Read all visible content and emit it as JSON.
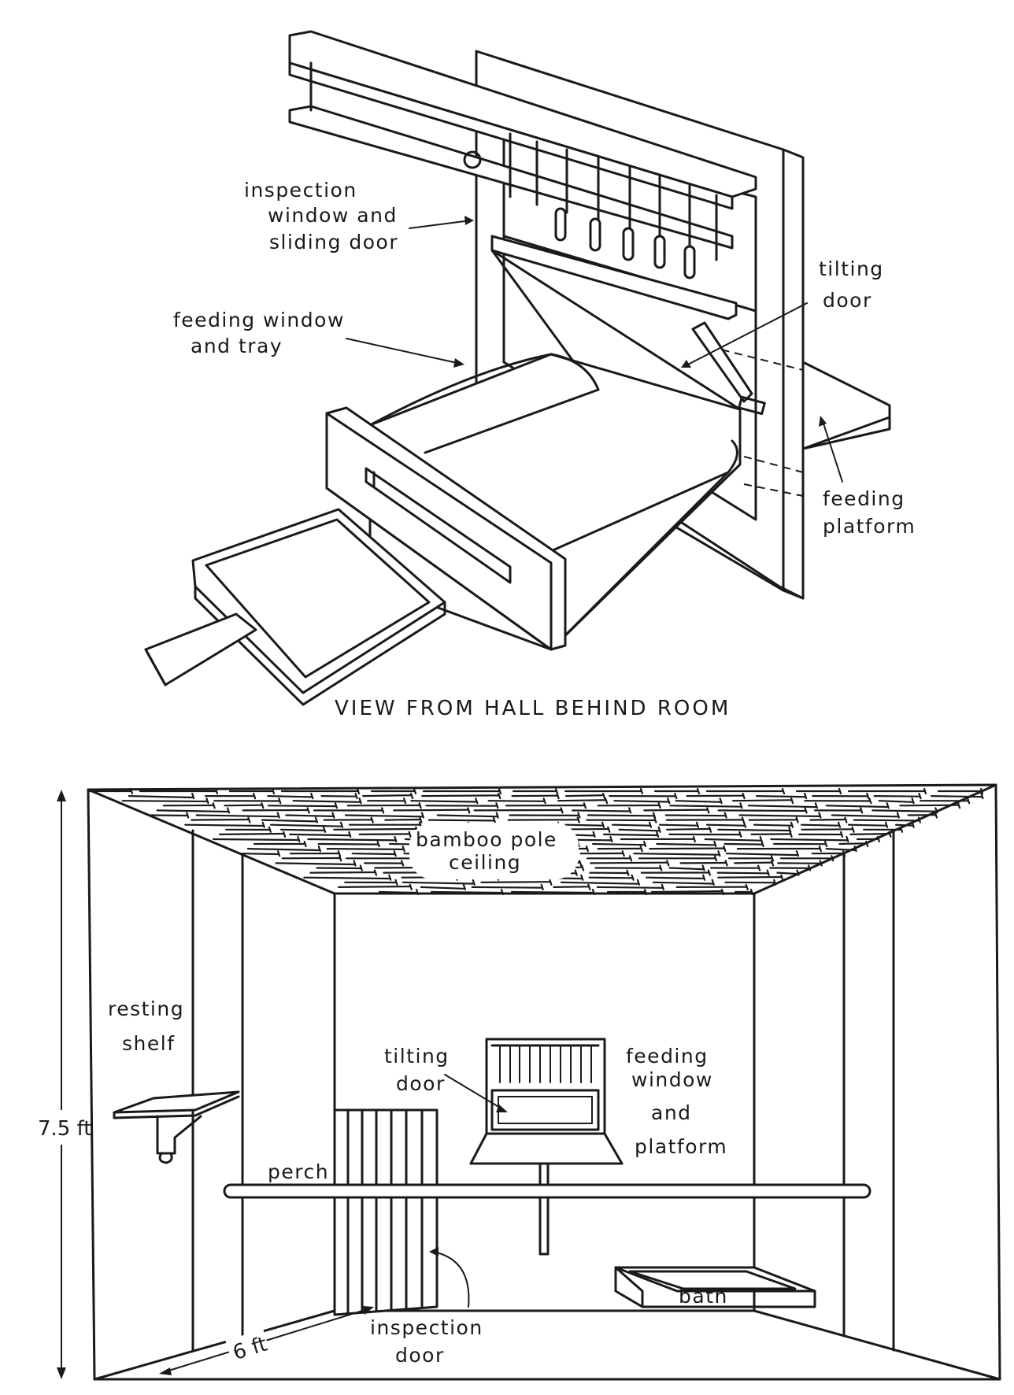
{
  "top_view": {
    "caption": "VIEW FROM HALL BEHIND ROOM",
    "labels": {
      "inspection_window": [
        "inspection",
        "window and",
        "sliding door"
      ],
      "feeding_window": [
        "feeding window",
        "and tray"
      ],
      "tilting_door": [
        "tilting",
        "door"
      ],
      "feeding_platform": [
        "feeding",
        "platform"
      ]
    }
  },
  "room_view": {
    "labels": {
      "ceiling": [
        "bamboo pole",
        "ceiling"
      ],
      "resting_shelf": [
        "resting",
        "shelf"
      ],
      "tilting_door": [
        "tilting",
        "door"
      ],
      "feeding_window": [
        "feeding",
        "window",
        "and",
        "platform"
      ],
      "perch": "perch",
      "inspection_door": [
        "inspection",
        "door"
      ],
      "bath": "bath"
    },
    "dimensions": {
      "height": "7.5 ft",
      "depth": "6 ft"
    }
  }
}
